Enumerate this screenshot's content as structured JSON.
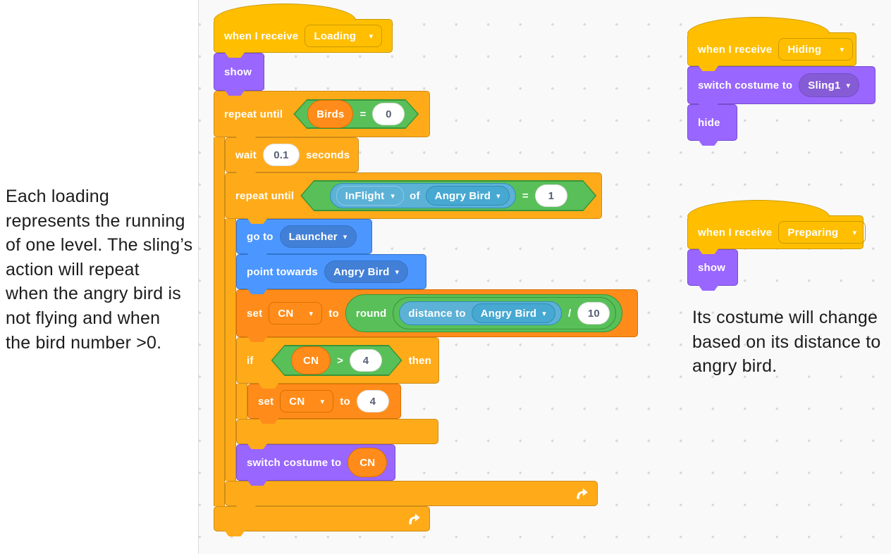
{
  "icons": {
    "caret": "▾",
    "loop_arrow": "loop-arrow"
  },
  "notes": {
    "left": {
      "lines": [
        "Each loading",
        "represents the running",
        "of one level. The sling’s",
        "action will repeat",
        "when the angry bird is",
        "not flying and when",
        "the bird number >0."
      ]
    },
    "right": {
      "lines": [
        "Its costume will change",
        "based on its distance to",
        "angry bird."
      ]
    }
  },
  "scripts": {
    "main": {
      "hat_label": "when I receive",
      "hat_dropdown": "Loading",
      "show": "show",
      "repeat_until": "repeat until",
      "outer_cond": {
        "variable": "Birds",
        "op": "=",
        "value": "0"
      },
      "wait": {
        "pre": "wait",
        "value": "0.1",
        "post": "seconds"
      },
      "inner_cond": {
        "property": "InFlight",
        "of": "of",
        "sprite": "Angry Bird",
        "op": "=",
        "value": "1"
      },
      "goto": {
        "label": "go to",
        "target": "Launcher"
      },
      "point": {
        "label": "point towards",
        "target": "Angry Bird"
      },
      "set_round": {
        "set": "set",
        "variable": "CN",
        "to": "to",
        "round": "round",
        "distance": "distance to",
        "sprite": "Angry Bird",
        "op": "/",
        "value": "10"
      },
      "if_cond": {
        "if": "if",
        "variable": "CN",
        "op": ">",
        "value": "4",
        "then": "then"
      },
      "set4": {
        "set": "set",
        "variable": "CN",
        "to": "to",
        "value": "4"
      },
      "switch": {
        "label": "switch costume to",
        "value": "CN"
      }
    },
    "hiding": {
      "hat_label": "when I receive",
      "hat_dropdown": "Hiding",
      "switch": {
        "label": "switch costume to",
        "value": "Sling1"
      },
      "hide": "hide"
    },
    "preparing": {
      "hat_label": "when I receive",
      "hat_dropdown": "Preparing",
      "show": "show"
    }
  },
  "colors": {
    "events": "#FFBF00",
    "control": "#FFAB19",
    "looks": "#9966FF",
    "motion": "#4C97FF",
    "sensing": "#5CB1D6",
    "operators": "#59C059",
    "variables": "#FF8C1A",
    "canvas": "#F9F9F9",
    "number_text": "#575E75"
  }
}
